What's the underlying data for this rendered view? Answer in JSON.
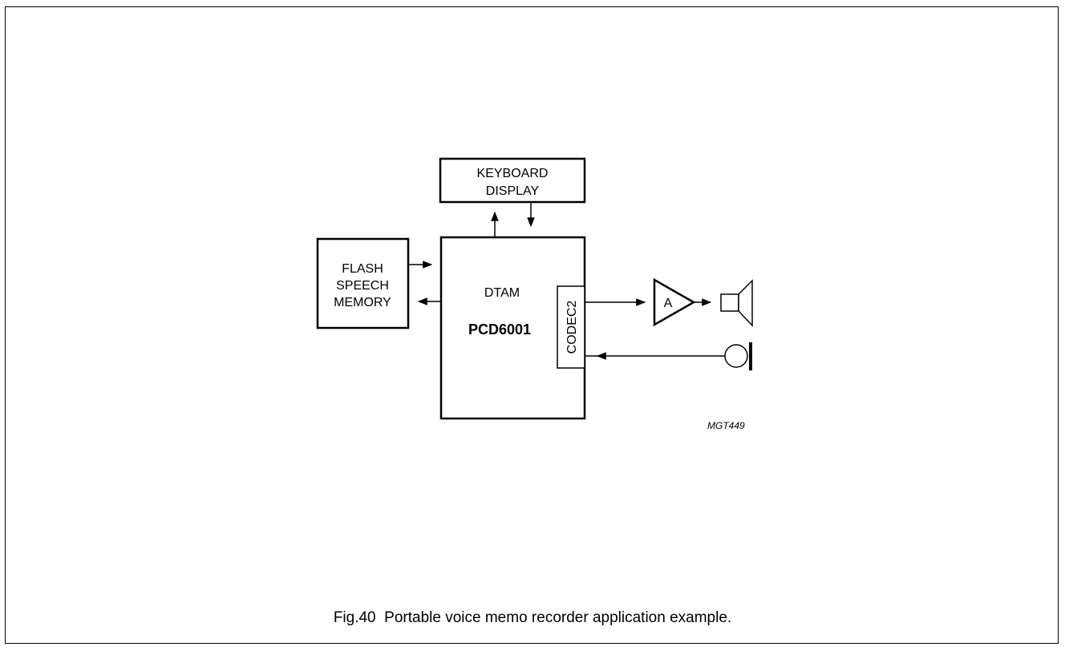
{
  "diagram": {
    "keyboard_display": {
      "line1": "KEYBOARD",
      "line2": "DISPLAY"
    },
    "flash_memory": {
      "line1": "FLASH",
      "line2": "SPEECH",
      "line3": "MEMORY"
    },
    "main_chip": {
      "label": "DTAM",
      "part": "PCD6001"
    },
    "codec": {
      "label": "CODEC2"
    },
    "amplifier": {
      "label": "A"
    },
    "ref_code": "MGT449"
  },
  "caption": "Fig.40  Portable voice memo recorder application example."
}
